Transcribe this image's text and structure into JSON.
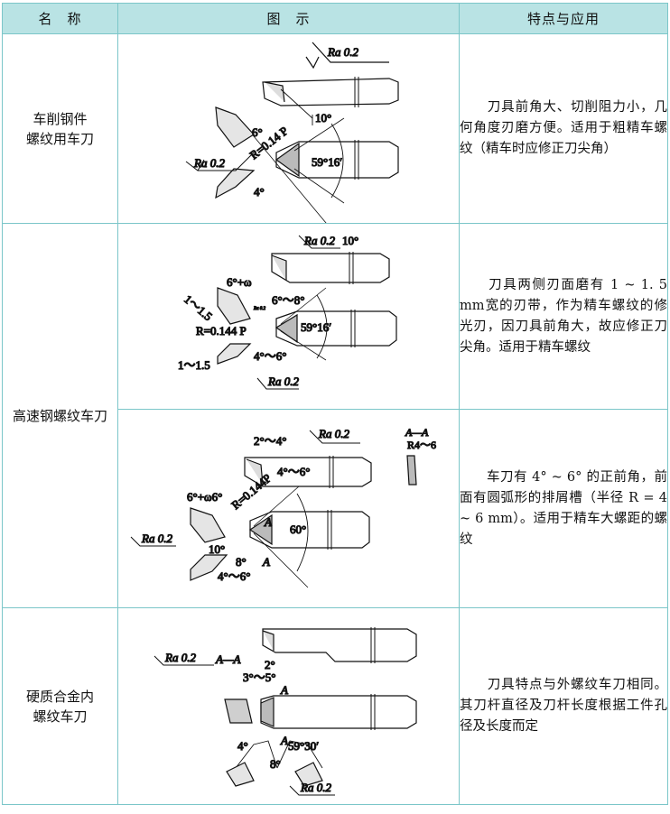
{
  "headers": {
    "name": "名　称",
    "figure": "图　示",
    "feature": "特点与应用"
  },
  "rows": [
    {
      "name_lines": [
        "车削钢件",
        "螺纹用车刀"
      ],
      "desc": "　　刀具前角大、切削阻力小，几何角度刃磨方便。适用于粗精车螺纹（精车时应修正刀尖角）",
      "labels": {
        "ra_top": "Ra 0.2",
        "angle_10": "10°",
        "angle_6": "6°",
        "radius": "R=0.14 P",
        "ra_left": "Ra 0.2",
        "angle_59": "59°16′",
        "angle_4": "4°"
      }
    },
    {
      "name": "高速钢螺纹车刀",
      "sub": [
        {
          "desc": "　　刀具两侧刃面磨有 1 ~ 1. 5 mm宽的刃带，作为精车螺纹的修光刃，因刀具前角大，故应修正刀尖角。适用于精车螺纹",
          "labels": {
            "ra_top": "Ra 0.2",
            "angle_10": "10°",
            "angle_6w": "6°+ω",
            "range_a": "1～1.5",
            "ra_tiny": "Ra 0.2",
            "angle_68": "6°～8°",
            "radius": "R=0.144 P",
            "angle_59": "59°16′",
            "range_b": "1～1.5",
            "angle_46": "4°～6°",
            "ra_bottom": "Ra 0.2"
          }
        },
        {
          "desc": "　　车刀有 4° ~ 6° 的正前角，前面有圆弧形的排屑槽（半径 R = 4 ~ 6 mm）。适用于精车大螺距的螺纹",
          "labels": {
            "angle_24": "2°～4°",
            "ra_top": "Ra 0.2",
            "section": "A—A",
            "section_r": "R4～6",
            "angle_46a": "4°～6°",
            "angle_6w6": "6°+ω6°",
            "radius": "R=0.144P",
            "ra_left": "Ra 0.2",
            "angle_10": "10°",
            "mark_a1": "A",
            "angle_60": "60°",
            "angle_8": "8°",
            "mark_a2": "A",
            "angle_46b": "4°～6°"
          }
        }
      ]
    },
    {
      "name_lines": [
        "硬质合金内",
        "螺纹车刀"
      ],
      "desc": "　　刀具特点与外螺纹车刀相同。其刀杆直径及刀杆长度根据工件孔径及长度而定",
      "labels": {
        "ra_left": "Ra 0.2",
        "section": "A—A",
        "angle_2": "2°",
        "angle_35": "3°～5°",
        "mark_a1": "A",
        "mark_a2": "A",
        "angle_4": "4°",
        "angle_5930": "59°30′",
        "angle_8": "8°",
        "ra_bottom": "Ra 0.2"
      }
    }
  ]
}
